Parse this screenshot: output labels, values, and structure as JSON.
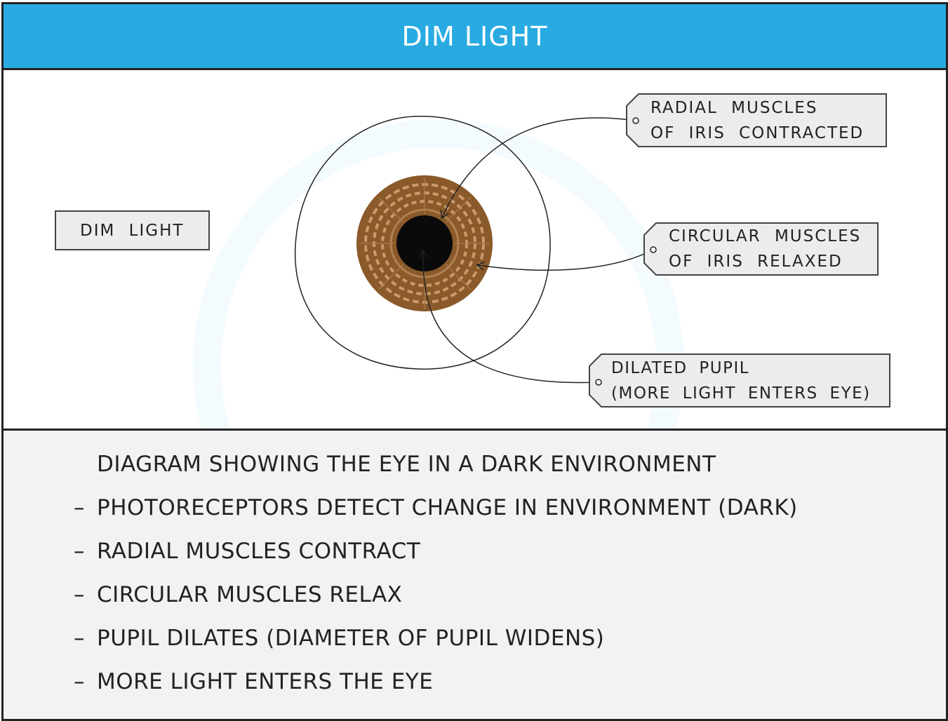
{
  "header": {
    "title": "DIM LIGHT"
  },
  "diagram": {
    "condition_label": "DIM  LIGHT",
    "labels": [
      {
        "line1": "RADIAL  MUSCLES",
        "line2": "OF  IRIS  CONTRACTED"
      },
      {
        "line1": "CIRCULAR  MUSCLES",
        "line2": "OF  IRIS  RELAXED"
      },
      {
        "line1": "DILATED  PUPIL",
        "line2": "(MORE  LIGHT  ENTERS  EYE)"
      }
    ]
  },
  "notes": {
    "heading": "DIAGRAM SHOWING THE EYE IN A DARK ENVIRONMENT",
    "dash": "–",
    "items": [
      "PHOTORECEPTORS DETECT CHANGE IN ENVIRONMENT (DARK)",
      "RADIAL MUSCLES CONTRACT",
      "CIRCULAR MUSCLES RELAX",
      "PUPIL DILATES (DIAMETER OF PUPIL WIDENS)",
      "MORE LIGHT ENTERS THE EYE"
    ]
  },
  "colors": {
    "header_bg": "#29abe2",
    "iris_brown": "#8a5a2b",
    "iris_light": "#c99a6a",
    "pupil": "#0a0a0a",
    "label_bg": "#ececec",
    "notes_bg": "#f2f2f2"
  }
}
